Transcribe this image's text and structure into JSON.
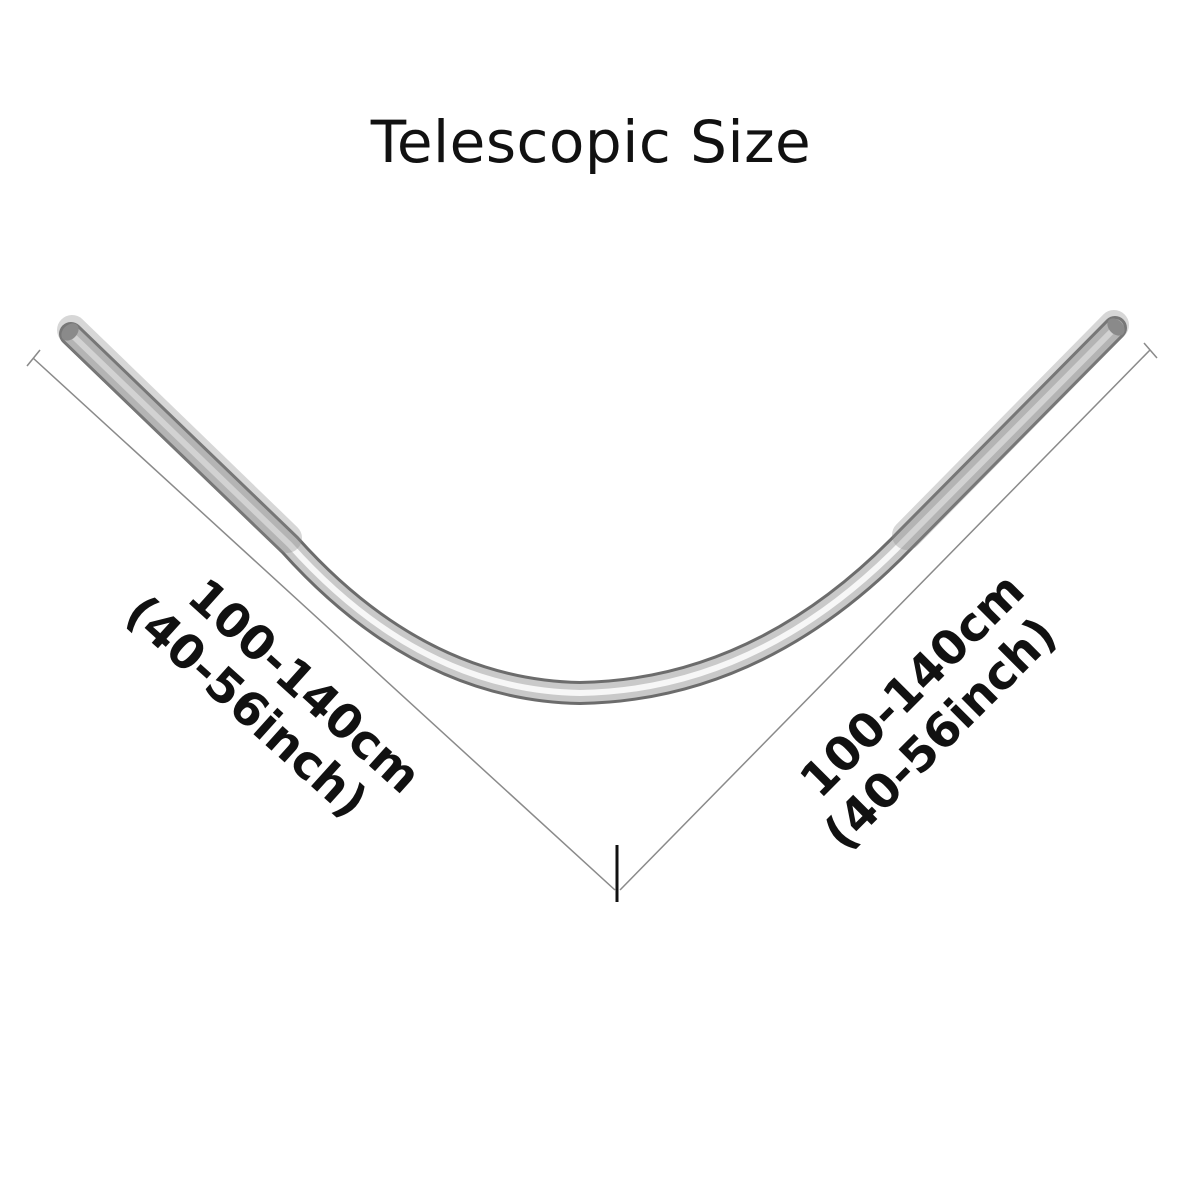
{
  "title": "Telescopic Size",
  "dimensions": {
    "left": {
      "length_cm": "100-140cm",
      "length_inch": "(40-56inch)"
    },
    "right": {
      "length_cm": "100-140cm",
      "length_inch": "(40-56inch)"
    }
  },
  "colors": {
    "text": "#111111",
    "dimension_line": "#8a8a8a",
    "rod_dark": "#6f6f6f",
    "rod_light": "#f2f2f2"
  }
}
